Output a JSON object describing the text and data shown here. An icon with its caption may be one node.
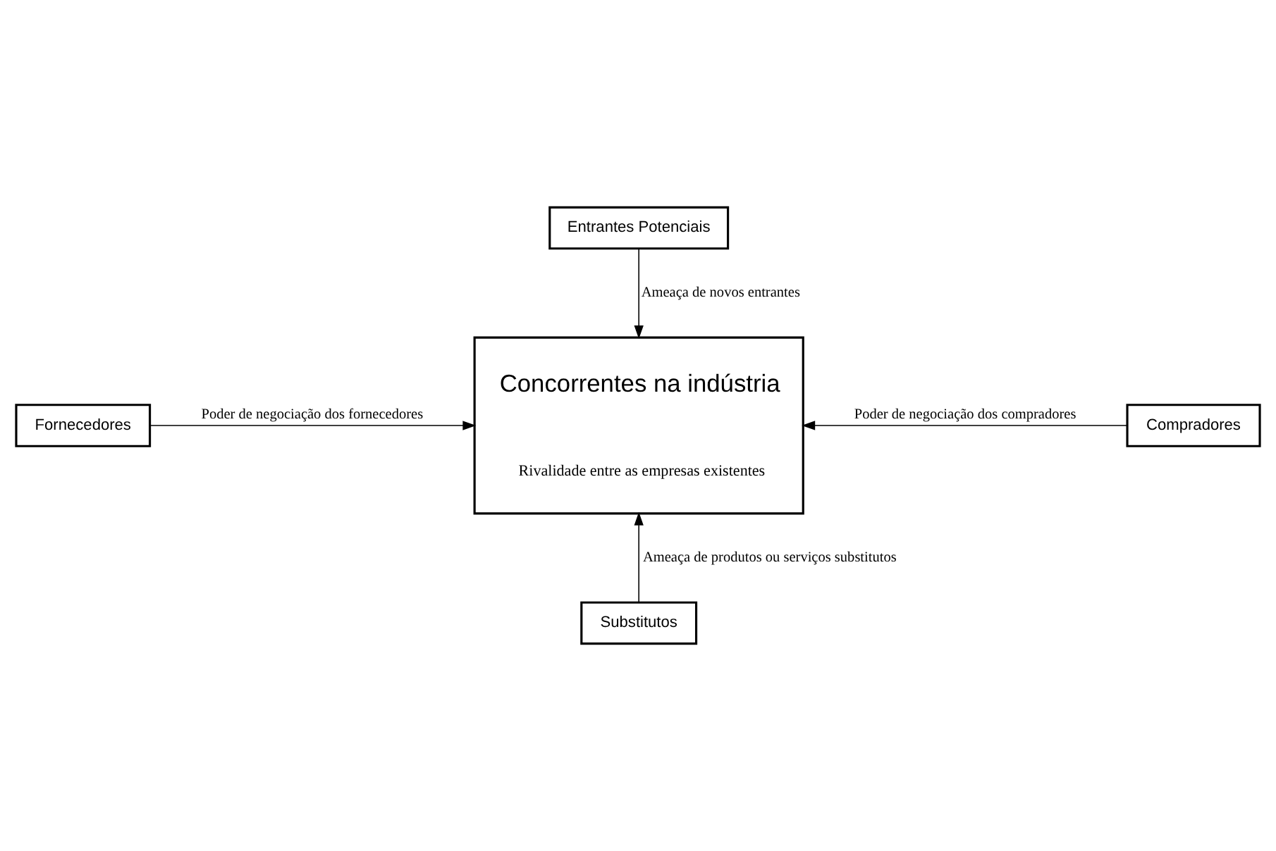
{
  "diagram": {
    "nodes": [
      {
        "text": [
          "Entrantes Potenciais"
        ]
      },
      {
        "text": [
          "Concorrentes na indústria",
          "Rivalidade entre as empresas existentes"
        ]
      },
      {
        "text": [
          "Fornecedores"
        ]
      },
      {
        "text": [
          "Compradores"
        ]
      },
      {
        "text": [
          "Substitutos"
        ]
      }
    ],
    "edges": [
      {
        "from": 0,
        "to": 1,
        "arrow": "to",
        "label": "Ameaça de novos entrantes"
      },
      {
        "from": 2,
        "to": 1,
        "arrow": "to",
        "label": "Poder de negociação dos fornecedores"
      },
      {
        "from": 3,
        "to": 1,
        "arrow": "to",
        "label": "Poder de negociação dos compradores"
      },
      {
        "from": 4,
        "to": 1,
        "arrow": "to",
        "label": "Ameaça de produtos ou serviços substitutos"
      }
    ]
  }
}
